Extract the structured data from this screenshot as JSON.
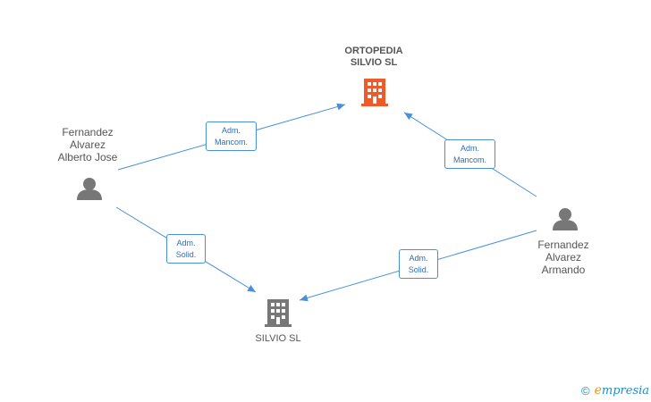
{
  "nodes": {
    "person_1": {
      "label": "Fernandez\nAlvarez\nAlberto Jose",
      "icon": "person-icon"
    },
    "person_2": {
      "label": "Fernandez\nAlvarez\nArmando",
      "icon": "person-icon"
    },
    "company_main": {
      "label": "ORTOPEDIA\nSILVIO SL",
      "icon": "building-icon",
      "color": "#f05a28"
    },
    "company_sub": {
      "label": "SILVIO SL",
      "icon": "building-icon",
      "color": "#777777"
    }
  },
  "edges": [
    {
      "line1": "Adm.",
      "line2": "Mancom."
    },
    {
      "line1": "Adm.",
      "line2": "Mancom."
    },
    {
      "line1": "Adm.",
      "line2": "Solid."
    },
    {
      "line1": "Adm.",
      "line2": "Solid."
    }
  ],
  "colors": {
    "edge": "#4a90d9",
    "person": "#777777"
  },
  "watermark": {
    "copyright": "©",
    "brand_e": "e",
    "brand_rest": "mpresia"
  }
}
